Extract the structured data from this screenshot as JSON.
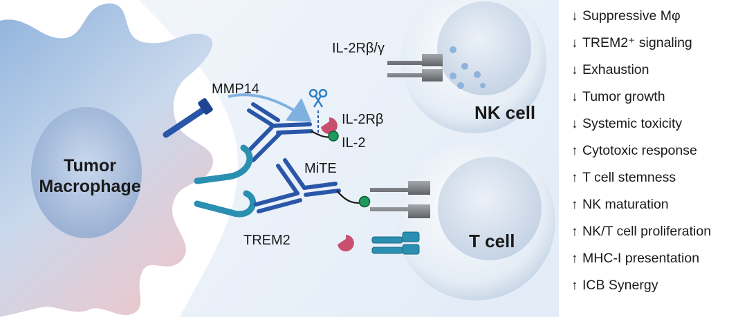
{
  "labels": {
    "tumor_macrophage_line1": "Tumor",
    "tumor_macrophage_line2": "Macrophage",
    "mmp14": "MMP14",
    "il2rbg": "IL-2Rβ/γ",
    "il2rb": "IL-2Rβ",
    "il2": "IL-2",
    "mite": "MiTE",
    "trem2": "TREM2",
    "nk_cell": "NK cell",
    "t_cell": "T cell"
  },
  "arrows": {
    "down": "↓",
    "up": "↑"
  },
  "effects": [
    {
      "direction": "down",
      "text": "Suppressive Mφ"
    },
    {
      "direction": "down",
      "text": "TREM2⁺ signaling"
    },
    {
      "direction": "down",
      "text": "Exhaustion"
    },
    {
      "direction": "down",
      "text": "Tumor growth"
    },
    {
      "direction": "down",
      "text": "Systemic toxicity"
    },
    {
      "direction": "up",
      "text": "Cytotoxic response"
    },
    {
      "direction": "up",
      "text": "T cell stemness"
    },
    {
      "direction": "up",
      "text": "NK maturation"
    },
    {
      "direction": "up",
      "text": "NK/T cell proliferation"
    },
    {
      "direction": "up",
      "text": "MHC-I presentation"
    },
    {
      "direction": "up",
      "text": "ICB Synergy"
    }
  ],
  "colors": {
    "antibody_blue": "#2a56a8",
    "trem2_teal": "#2a8fb0",
    "il2_green": "#1f9a5e",
    "il2rb_pink": "#c8506e",
    "receptor_gray": "#7c7f84",
    "scissors_blue": "#2a7fc4"
  }
}
